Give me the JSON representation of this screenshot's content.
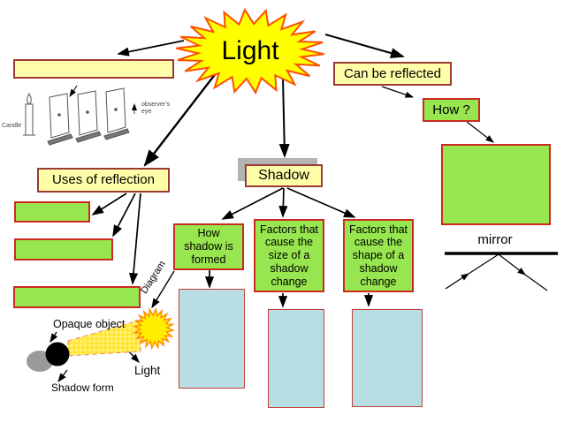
{
  "slide": {
    "title": "Light"
  },
  "colors": {
    "starburst_fill": "#ffff00",
    "starburst_border": "#ff4f00",
    "sun_fill": "#ffee00",
    "sun_border": "#ff8c00",
    "yellow_box_fill": "#ffffaa",
    "green_box_fill": "#98e64f",
    "blue_box_fill": "#b8dee3",
    "red_border": "#cc2a1f",
    "shadow_gray": "#b3b3b3"
  },
  "nodes": {
    "light": {
      "label": "Light"
    },
    "can_be_reflected": {
      "label": "Can be reflected"
    },
    "how_question": {
      "label": "How ?"
    },
    "uses_of_reflection": {
      "label": "Uses of reflection"
    },
    "shadow": {
      "label": "Shadow"
    },
    "how_shadow_formed": {
      "label": "How\nshadow is\nformed"
    },
    "factors_size": {
      "label": "Factors that\ncause the\nsize of a\nshadow\nchange"
    },
    "factors_shape": {
      "label": "Factors that\ncause the\nshape of a\nshadow\nchange"
    }
  },
  "labels": {
    "mirror": "mirror",
    "diagram": "Diagram",
    "opaque_object": "Opaque object",
    "light_ray": "Light",
    "shadow_form": "Shadow form",
    "candle": "Candle",
    "observers_eye": "observer's\neye"
  }
}
